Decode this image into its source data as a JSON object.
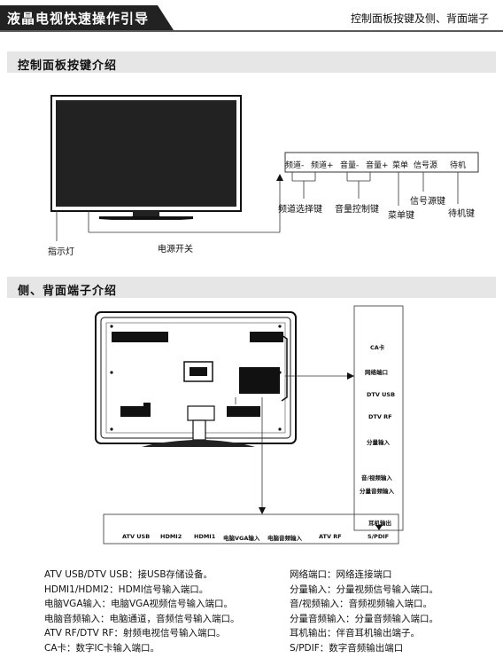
{
  "header": {
    "title": "液晶电视快速操作引导",
    "right_title": "控制面板按键及侧、背面端子"
  },
  "section1": {
    "title": "控制面板按键介绍",
    "buttons": [
      "频道-",
      "频道+",
      "音量-",
      "音量+",
      "菜单",
      "信号源",
      "待机"
    ],
    "callouts": {
      "channel": "频道选择键",
      "volume": "音量控制键",
      "menu": "菜单键",
      "source": "信号源键",
      "standby": "待机键",
      "indicator": "指示灯",
      "power": "电源开关"
    }
  },
  "section2": {
    "title": "侧、背面端子介绍",
    "side_ports": [
      "CA卡",
      "网络端口",
      "DTV USB",
      "DTV RF",
      "分量输入",
      "音/视频输入",
      "分量音频输入",
      "耳机输出",
      "S/PDIF"
    ],
    "bottom_ports": [
      "ATV USB",
      "HDMI2",
      "HDMI1",
      "电脑VGA输入",
      "电脑音频输入",
      "ATV RF"
    ]
  },
  "descriptions": {
    "left": [
      "ATV USB/DTV USB：接USB存储设备。",
      "HDMI1/HDMI2：HDMI信号输入端口。",
      "电脑VGA输入：电脑VGA视频信号输入端口。",
      "电脑音频输入：电脑通道，音频信号输入端口。",
      "ATV RF/DTV RF：射频电视信号输入端口。",
      "CA卡：数字IC卡输入端口。"
    ],
    "right": [
      "网络端口：网络连接端口",
      "分量输入：分量视频信号输入端口。",
      "音/视频输入：音频视频输入端口。",
      "分量音频输入：分量音频输入端口。",
      "耳机输出：伴音耳机输出端子。",
      "S/PDIF：数字音频输出端口"
    ]
  }
}
